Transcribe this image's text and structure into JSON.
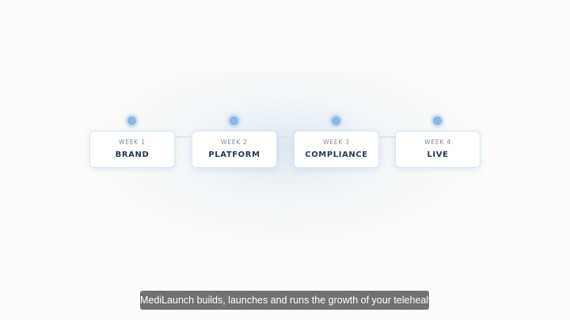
{
  "timeline": {
    "steps": [
      {
        "week": "WEEK 1",
        "label": "BRAND"
      },
      {
        "week": "WEEK 2",
        "label": "PLATFORM"
      },
      {
        "week": "WEEK 3",
        "label": "COMPLIANCE"
      },
      {
        "week": "WEEK 4",
        "label": "LIVE"
      }
    ]
  },
  "caption": {
    "text": "MediLaunch builds, launches and runs the growth of your telehealth"
  },
  "colors": {
    "background": "#fcfcfa",
    "dot": "#8db7e2",
    "card_border": "#d6e6f4",
    "label_text": "#1f3a55",
    "week_text": "#7f8a96",
    "caption_bg": "#5f5f5f"
  }
}
